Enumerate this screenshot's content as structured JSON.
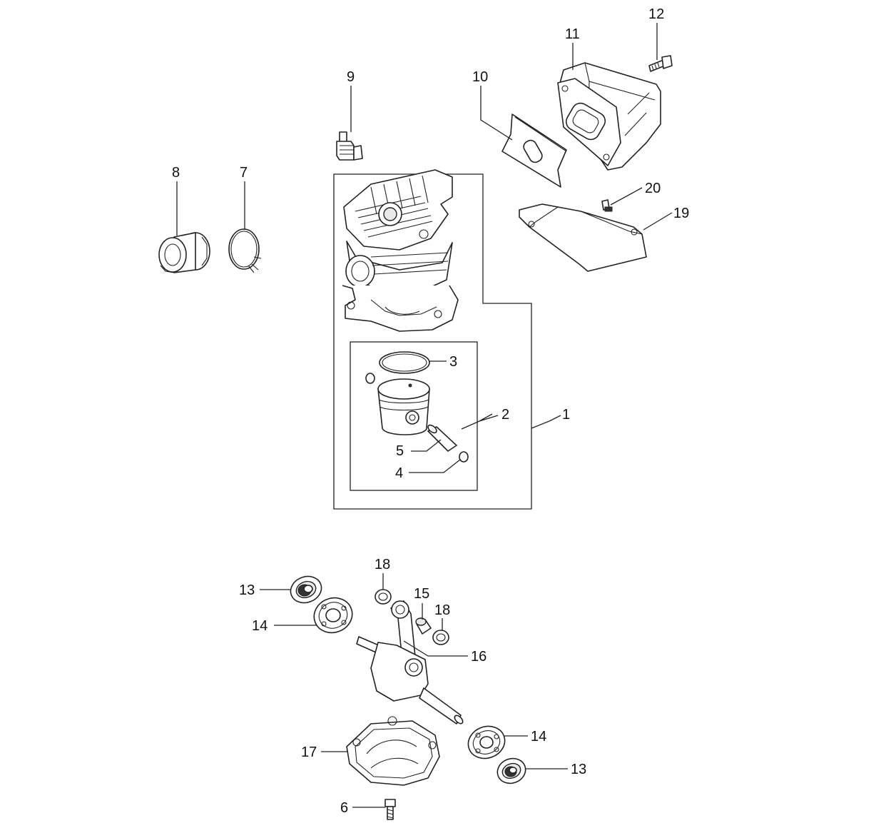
{
  "callouts": {
    "c1": "1",
    "c2": "2",
    "c3": "3",
    "c4": "4",
    "c5": "5",
    "c6": "6",
    "c7": "7",
    "c8": "8",
    "c9": "9",
    "c10": "10",
    "c11": "11",
    "c12": "12",
    "c13a": "13",
    "c13b": "13",
    "c14a": "14",
    "c14b": "14",
    "c15": "15",
    "c16": "16",
    "c17": "17",
    "c18a": "18",
    "c18b": "18",
    "c19": "19",
    "c20": "20"
  }
}
